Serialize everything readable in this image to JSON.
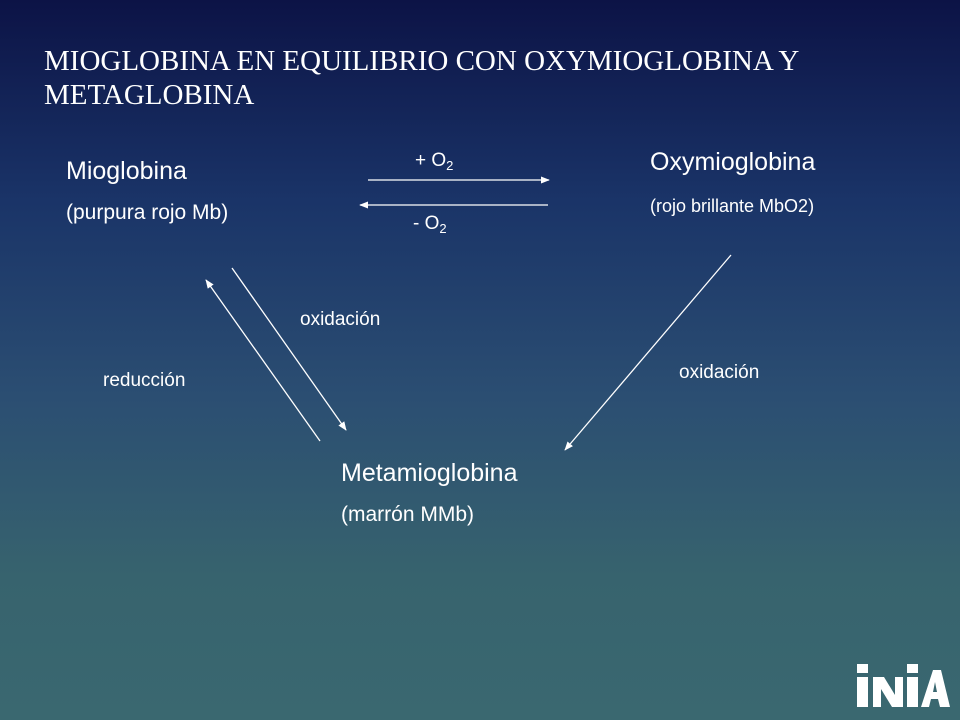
{
  "title": "MIOGLOBINA EN EQUILIBRIO CON OXYMIOGLOBINA Y METAGLOBINA",
  "nodes": {
    "mioglobina": {
      "name": "Mioglobina",
      "sub": "(purpura rojo  Mb)"
    },
    "oxymioglobina": {
      "name": "Oxymioglobina",
      "sub": "(rojo brillante MbO2)"
    },
    "metamioglobina": {
      "name": "Metamioglobina",
      "sub": "(marrón  MMb)"
    }
  },
  "reactions": {
    "add_o2_sign": "+ O",
    "add_o2_subscript": "2",
    "remove_o2_sign": "- O",
    "remove_o2_subscript": "2",
    "oxidacion_left": "oxidación",
    "reduccion": "reducción",
    "oxidacion_right": "oxidación"
  },
  "logo": {
    "text": "INIA",
    "color": "#ffffff"
  },
  "colors": {
    "background_top": "#0c1346",
    "background_bottom": "#3a6870",
    "text": "#ffffff"
  }
}
